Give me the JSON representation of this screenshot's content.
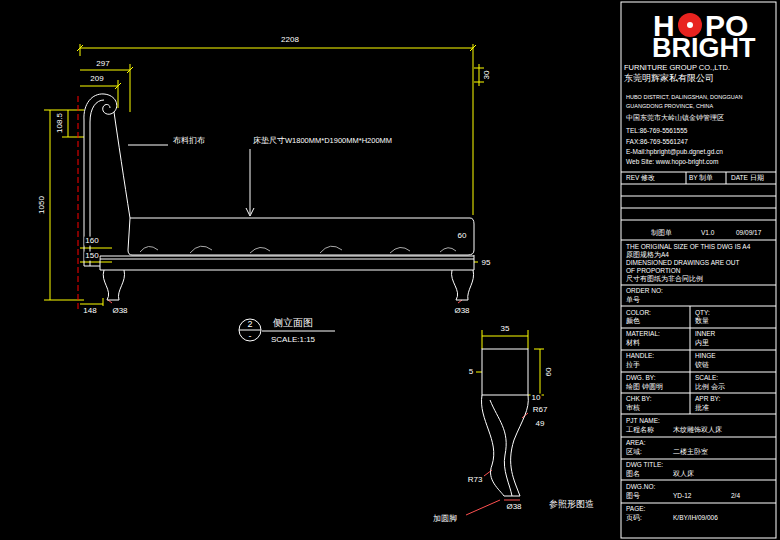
{
  "diagram": {
    "nodes": [
      {
        "text": [
          "2",
          "-"
        ]
      }
    ],
    "labels": [
      "2208",
      "297",
      "209",
      "30",
      "108.5",
      "1050",
      "布料扪布",
      "床垫尺寸W1800MM*D1900MM*H200MM",
      "160",
      "150",
      "60",
      "95",
      "148",
      "Ø38",
      "Ø38",
      "侧立面图",
      "SCALE:1:15",
      "35",
      "60",
      "5",
      "10",
      "R67",
      "49",
      "R73",
      "Ø38",
      "加圆脚",
      "参照形图造",
      "H",
      "PO",
      "BRIGHT",
      "FURNITURE GROUP CO.,LTD.",
      "东莞明辉家私有限公司",
      "HUBO DISTRICT, DALINGSHAN, DONGGUAN",
      "GUANGDONG PROVINCE, CHINA",
      "中国东莞市大岭山镇金钟管理区",
      "TEL:86-769-5561555",
      "FAX:86-769-5561247",
      "E-Mail:hpbright@pub.dgnet.gd.cn",
      "Web Site: www.hopo-bright.com",
      "REV 修改",
      "BY 制单",
      "DATE 日期",
      "制图单",
      "V1.0",
      "09/09/17",
      "THE ORIGINAL SIZE OF THIS DWG IS A4",
      "原图规格为A4",
      "DIMENSIONED DRAWINGS ARE OUT",
      "OF PROPORTION",
      "尺寸有图纸为非合同比例",
      "ORDER NO:",
      "单号",
      "COLOR:",
      "QTY:",
      "颜色",
      "数量",
      "MATERIAL:",
      "INNER",
      "材料",
      "内里",
      "HANDLE:",
      "HINGE",
      "拉手",
      "铰链",
      "DWG. BY:",
      "SCALE:",
      "绘图 钟圆明",
      "比例 会示",
      "CHK BY:",
      "APR BY:",
      "审核",
      "批准",
      "PJT NAME:",
      "工程名称",
      "木纹雕饰双人床",
      "AREA:",
      "区域:",
      "二楼主卧室",
      "DWG TITLE:",
      "图名",
      "双人床",
      "DWG.NO:",
      "图号",
      "YD-12",
      "2/4",
      "PAGE:",
      "页码:",
      "K/BY/IH/09/006"
    ]
  }
}
